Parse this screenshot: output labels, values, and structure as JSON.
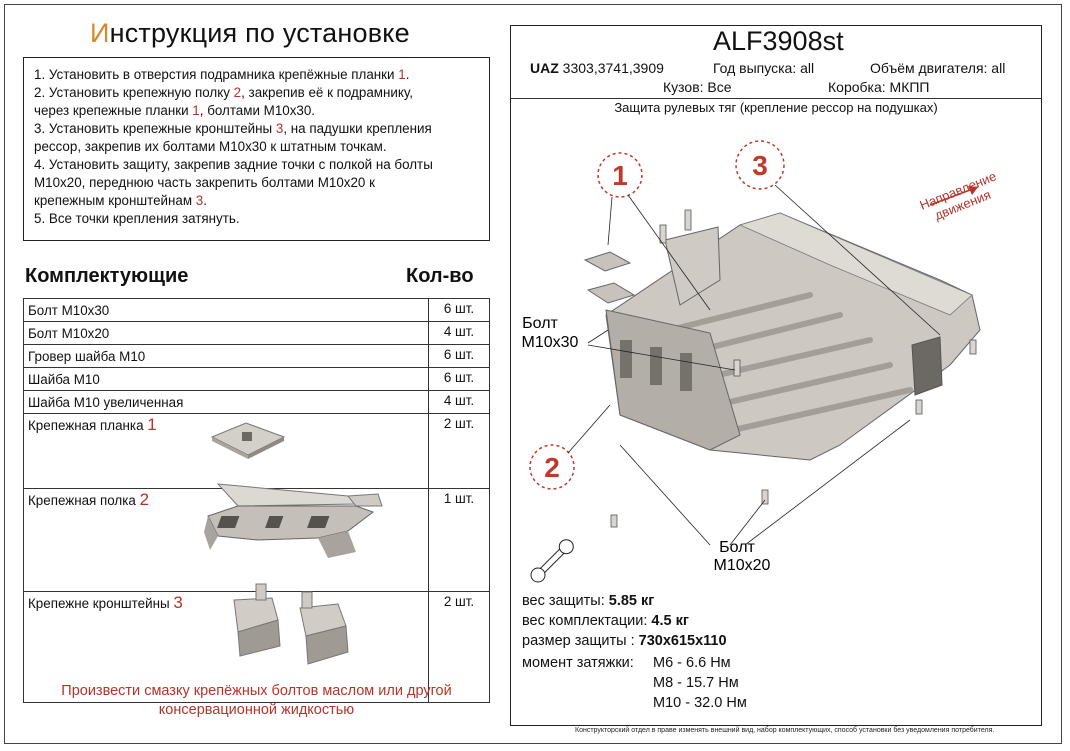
{
  "header": {
    "title_first_letter": "И",
    "title_rest": "нструкция по установке"
  },
  "instructions": [
    {
      "pre": "1.  Установить в отверстия подрамника крепёжные планки ",
      "num": "1",
      "post": "."
    },
    {
      "pre": "2.  Установить крепежную полку ",
      "num": "2",
      "post": ", закрепив её к подрамнику,"
    },
    {
      "pre": "через крепежные планки ",
      "num": "1",
      "post": ", болтами М10х30."
    },
    {
      "pre": "3.  Установить крепежные кронштейны ",
      "num": "3",
      "post": ", на падушки крепления"
    },
    {
      "pre": "рессор, закрепив их болтами М10х30 к штатным точкам.",
      "num": "",
      "post": ""
    },
    {
      "pre": "4. Установить защиту, закрепив задние точки с полкой на болты",
      "num": "",
      "post": ""
    },
    {
      "pre": "М10х20, переднюю часть закрепить болтами М10х20 к",
      "num": "",
      "post": ""
    },
    {
      "pre": "крепежным кронштейнам ",
      "num": "3",
      "post": "."
    },
    {
      "pre": "5. Все точки крепления затянуть.",
      "num": "",
      "post": ""
    }
  ],
  "kit": {
    "heading": "Комплектующие",
    "qty_heading": "Кол-во",
    "rows": [
      {
        "name": "Болт М10х30",
        "num": "",
        "qty": "6 шт."
      },
      {
        "name": "Болт М10х20",
        "num": "",
        "qty": "4 шт."
      },
      {
        "name": "Гровер шайба М10",
        "num": "",
        "qty": "6 шт."
      },
      {
        "name": "Шайба М10",
        "num": "",
        "qty": "6 шт."
      },
      {
        "name": "Шайба М10 увеличенная",
        "num": "",
        "qty": "4 шт."
      },
      {
        "name": "Крепежная планка ",
        "num": "1",
        "qty": "2 шт."
      },
      {
        "name": "Крепежная полка ",
        "num": "2",
        "qty": "1 шт."
      },
      {
        "name": "Крепежне кронштейны ",
        "num": "3",
        "qty": "2 шт."
      }
    ]
  },
  "footer_note": {
    "line1": "Произвести смазку крепёжных болтов маслом или другой",
    "line2": "консервационной жидкостью"
  },
  "product": {
    "code": "ALF3908st",
    "brand": "UAZ",
    "models": "3303,3741,3909",
    "year": "Год выпуска: all",
    "engine": "Объём двигателя: all",
    "body": "Кузов: Все",
    "gearbox": "Коробка: МКПП",
    "subtitle": "Защита рулевых тяг (крепление рессор на подушках)"
  },
  "diagram": {
    "callout_1": "1",
    "callout_2": "2",
    "callout_3": "3",
    "bolt_m10x30_line1": "Болт",
    "bolt_m10x30_line2": "М10х30",
    "bolt_m10x20_line1": "Болт",
    "bolt_m10x20_line2": "М10х20",
    "direction_line1": "Направление",
    "direction_line2": "движения"
  },
  "specs": {
    "weight_label": "вес защиты: ",
    "weight_value": "5.85 кг",
    "kit_weight_label": "вес комплектации: ",
    "kit_weight_value": "4.5 кг",
    "size_label": "размер защиты : ",
    "size_value": "730х615х110",
    "torque_label": "момент затяжки:",
    "torque_m6": "М6  - 6.6 Нм",
    "torque_m8": "М8  - 15.7 Нм",
    "torque_m10": "М10 - 32.0 Нм"
  },
  "disclaimer": "Конструкторский отдел в праве изменять внешний вид, набор комплектующих, способ установки без уведомления потребителя.",
  "colors": {
    "accent_red": "#b5342a",
    "title_orange": "#d6892e",
    "metal": "#c9c4bd"
  }
}
